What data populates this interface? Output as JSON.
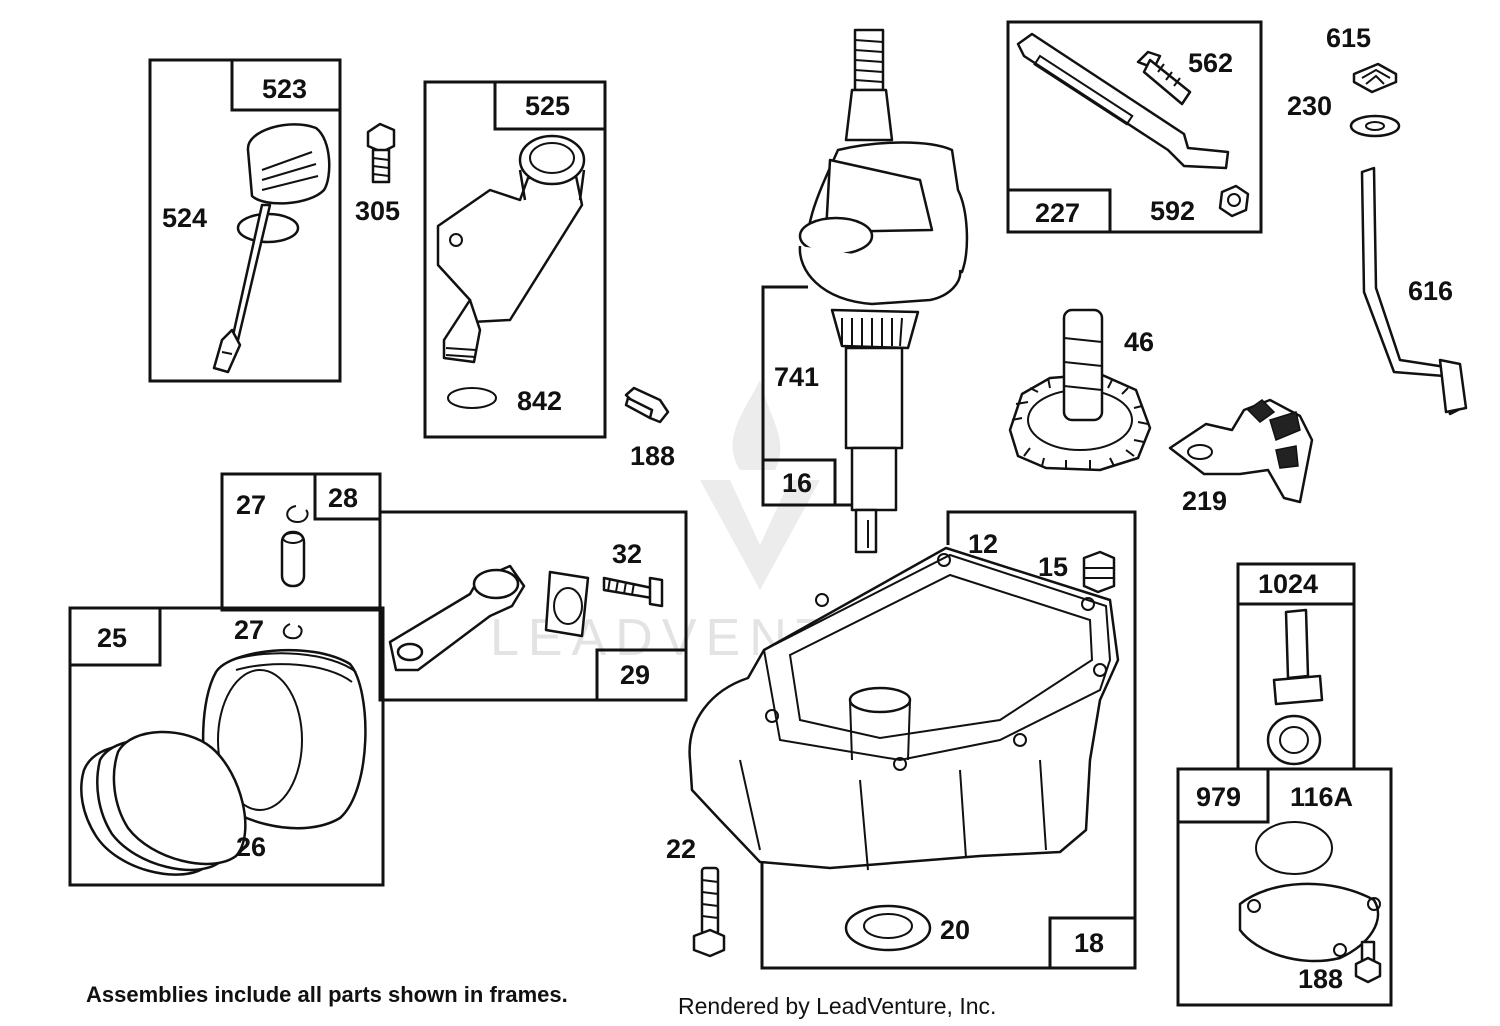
{
  "labels": {
    "p523": "523",
    "p524": "524",
    "p305": "305",
    "p525": "525",
    "p842": "842",
    "p188a": "188",
    "p562": "562",
    "p227": "227",
    "p592": "592",
    "p615": "615",
    "p230": "230",
    "p616": "616",
    "p741": "741",
    "p16": "16",
    "p46": "46",
    "p219": "219",
    "p27a": "27",
    "p28": "28",
    "p32": "32",
    "p29": "29",
    "p25": "25",
    "p27b": "27",
    "p26": "26",
    "p12": "12",
    "p15": "15",
    "p22": "22",
    "p20": "20",
    "p18": "18",
    "p1024": "1024",
    "p979": "979",
    "p116A": "116A",
    "p188b": "188"
  },
  "footer": {
    "note": "Assemblies include all parts shown in frames.",
    "rendered_by": "Rendered by LeadVenture, Inc."
  },
  "watermark": {
    "text": "LEADVENTURE",
    "color": "#e3e3e3"
  },
  "colors": {
    "ink": "#111111",
    "background": "#ffffff"
  }
}
